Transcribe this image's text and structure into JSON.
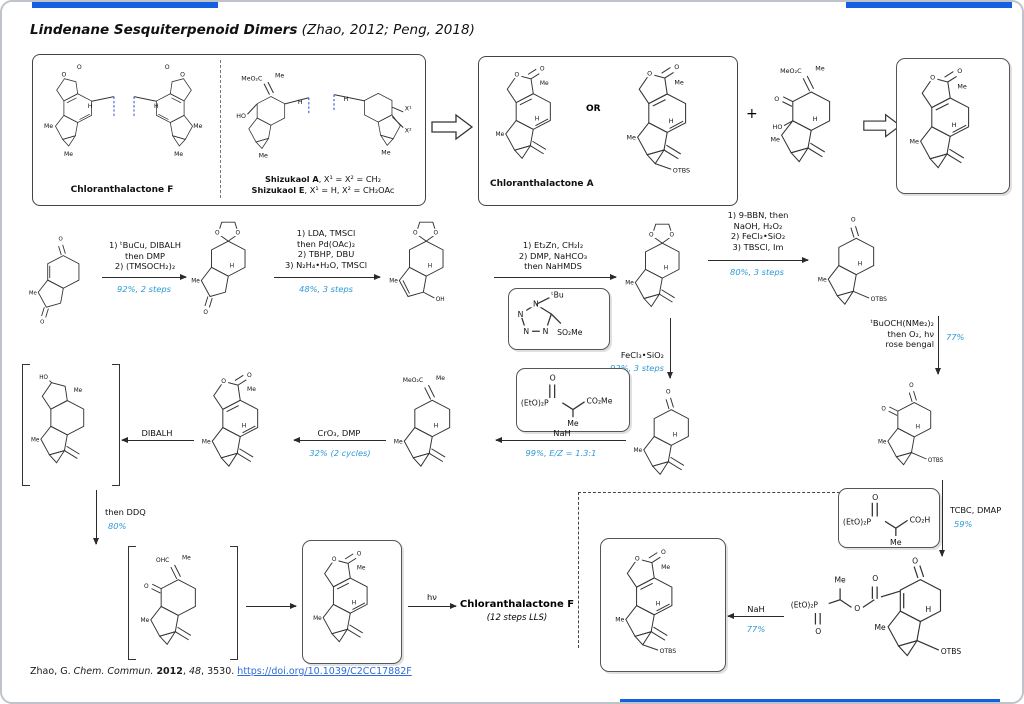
{
  "slide": {
    "title": "Lindenane Sesquiterpenoid Dimers",
    "title_cite": " (Zhao, 2012; Peng, 2018)"
  },
  "colors": {
    "accent_bar": "#1560e0",
    "yield_text": "#2e9bd6",
    "link": "#2f6bd8",
    "highlight_bond": "#3b57e0"
  },
  "labels": {
    "O": "O",
    "Me": "Me",
    "H": "H",
    "N": "N",
    "OH": "OH",
    "HO": "HO",
    "OHC": "OHC",
    "OTBS": "OTBS",
    "MeO2C": "MeO₂C",
    "tBu": "ᵗBu",
    "SO2Me": "SO₂Me",
    "EtO2P": "(EtO)₂P",
    "CO2Me": "CO₂Me",
    "CO2H": "CO₂H",
    "X1": "X¹",
    "X2": "X²",
    "plus": "+",
    "or": "OR"
  },
  "names": {
    "chloranthalactone_f": "Chloranthalactone F",
    "shizukaol_a": "Shizukaol A",
    "shizukaol_a_sub": ", X¹ = X² = CH₂",
    "shizukaol_e": "Shizukaol E",
    "shizukaol_e_sub": ", X¹ = H, X² = CH₂OAc",
    "chloranthalactone_a": "Chloranthalactone A",
    "final_name": "Chloranthalactone F",
    "final_sub": "(12 steps LLS)"
  },
  "rx": {
    "a1": {
      "l1": "1) ᵗBuCu, DIBALH",
      "l2": "then DMP",
      "l3": "2) (TMSOCH₂)₂",
      "y": "92%, 2 steps"
    },
    "a2": {
      "l1": "1) LDA, TMSCl",
      "l2": "then Pd(OAc)₂",
      "l3": "2) TBHP, DBU",
      "l4": "3) N₂H₄•H₂O, TMSCl",
      "y": "48%, 3 steps"
    },
    "a3": {
      "l1": "1) Et₂Zn, CH₂I₂",
      "l2": "2) DMP, NaHCO₃",
      "l3": "then NaHMDS"
    },
    "a4": {
      "l1": "FeCl₃•SiO₂",
      "y": "92%, 3 steps"
    },
    "a5": {
      "l1": "1) 9-BBN, then",
      "l2": "NaOH, H₂O₂",
      "l3": "2) FeCl₃•SiO₂",
      "l4": "3) TBSCl, Im",
      "y": "80%, 3 steps"
    },
    "a6": {
      "l1": "ᵗBuOCH(NMe₂)₂",
      "l2": "then O₂, hν",
      "l3": "rose bengal",
      "y": "77%"
    },
    "a7": {
      "l1": "NaH",
      "y": "99%, E/Z = 1.3:1"
    },
    "a8": {
      "l1": "CrO₃, DMP",
      "y": "32% (2 cycles)"
    },
    "a9": {
      "l1": "DIBALH"
    },
    "a10": {
      "l1": "then DDQ",
      "y": "80%"
    },
    "a12": {
      "l1": "hν"
    },
    "a13": {
      "l1": "TCBC, DMAP",
      "y": "59%"
    },
    "a14": {
      "l1": "NaH",
      "y": "77%"
    }
  },
  "footer": {
    "authors": "Zhao, G. ",
    "journal": "Chem. Commun. ",
    "year": "2012",
    "sep": ", ",
    "volume": "48",
    "pages": ", 3530. ",
    "link": "https://doi.org/10.1039/C2CC17882F"
  }
}
